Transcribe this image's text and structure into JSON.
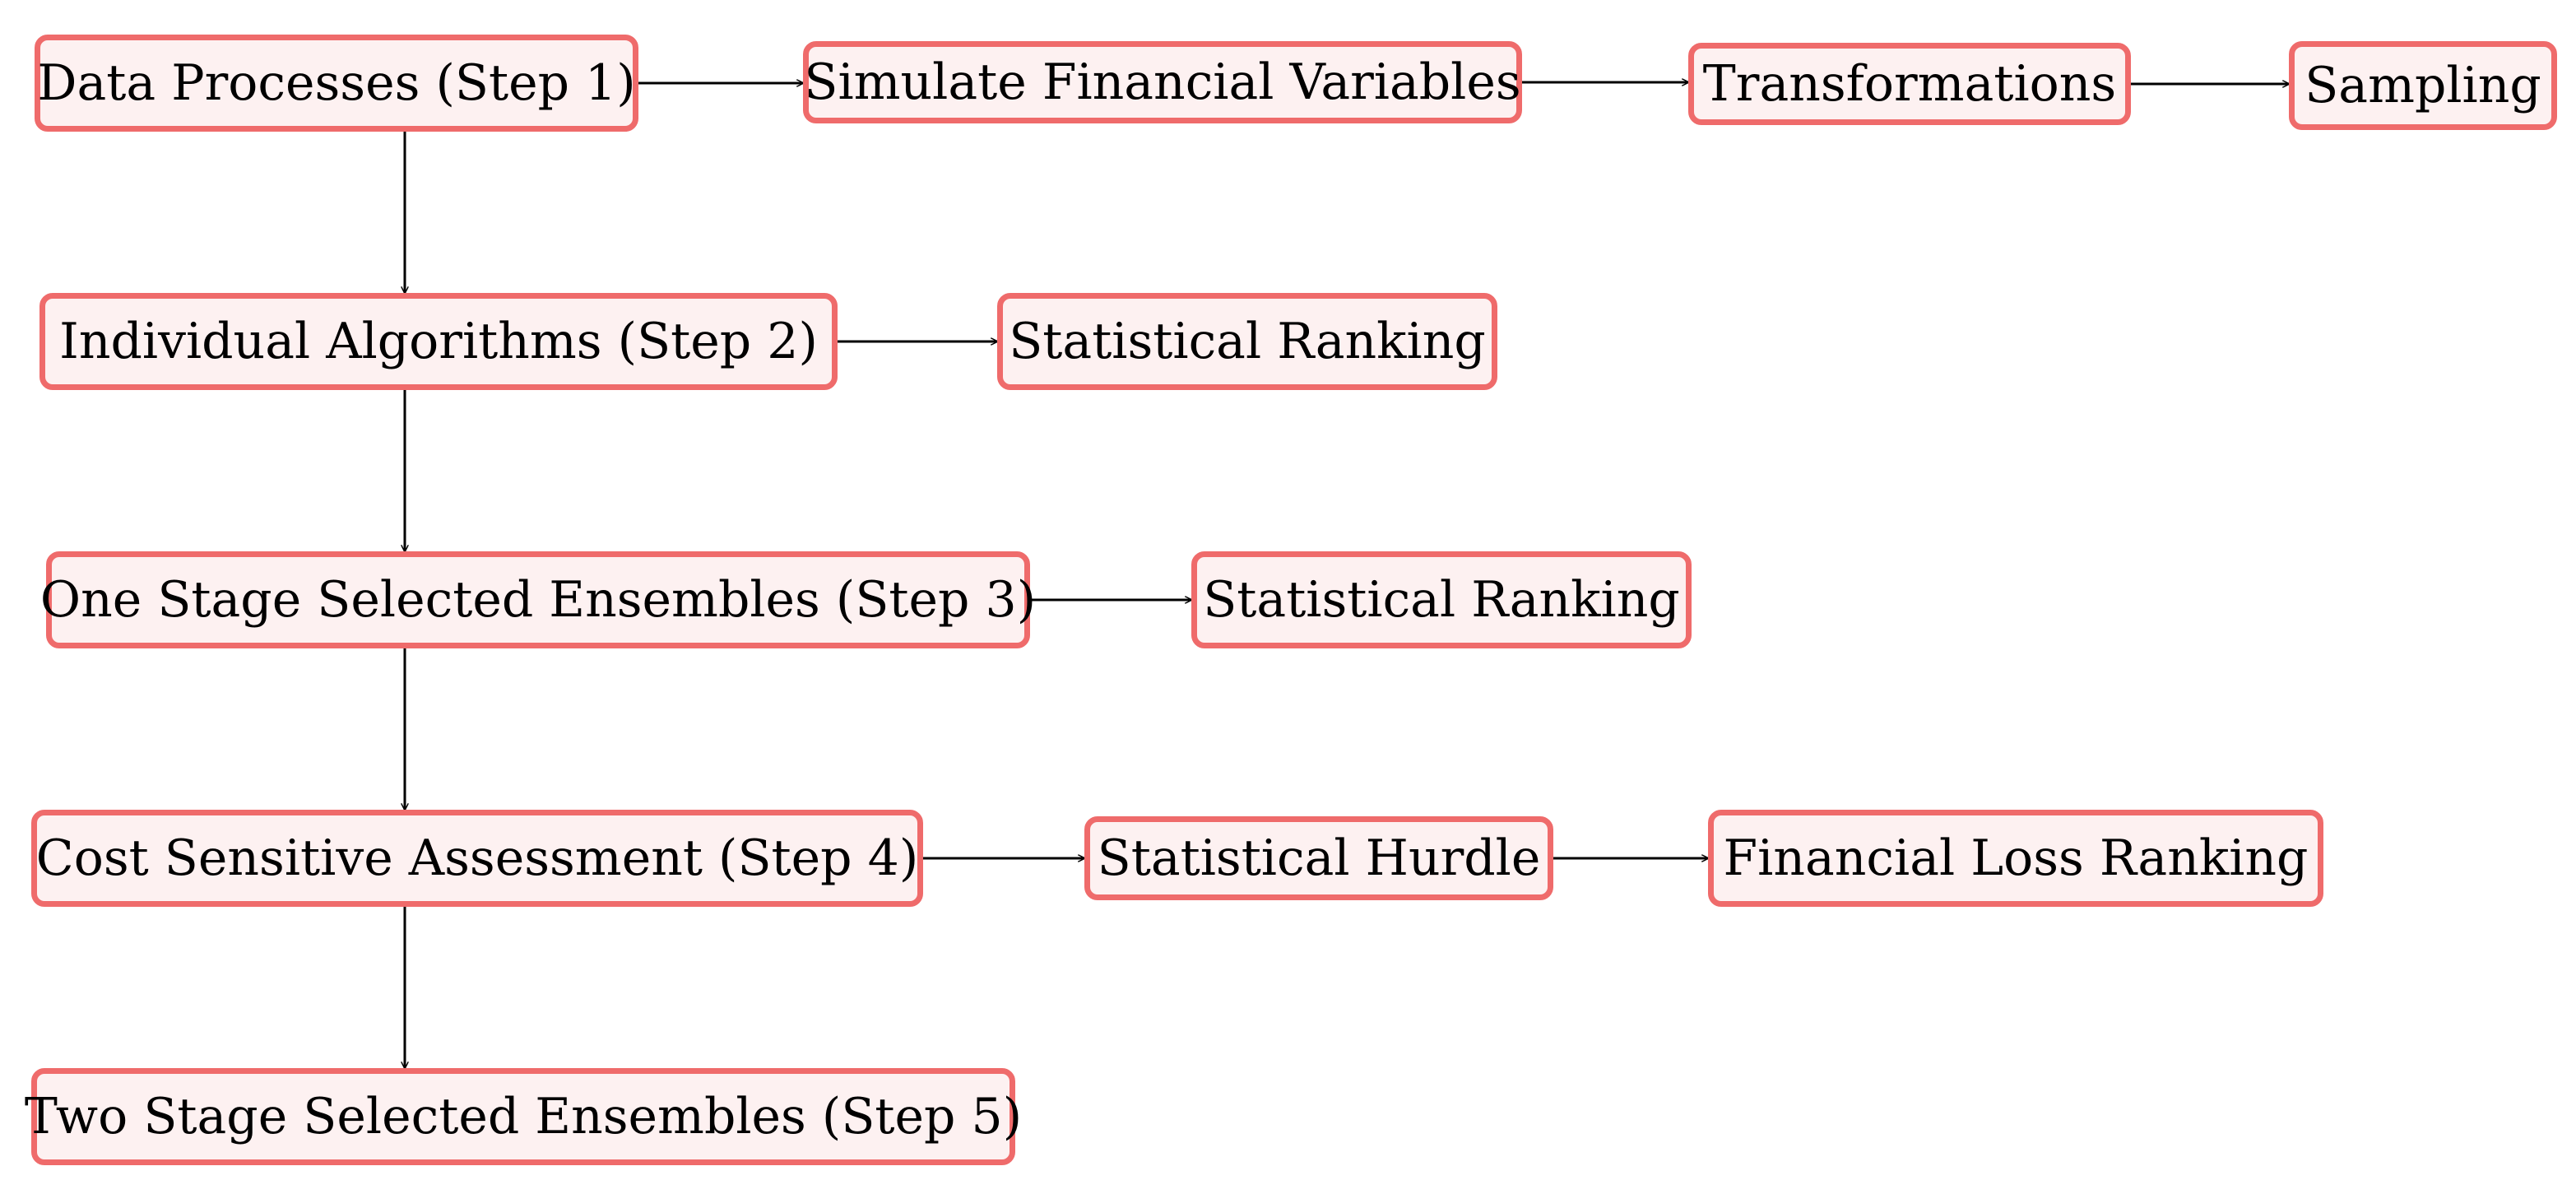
{
  "diagram": {
    "node_fill": "#fdf1f1",
    "node_border": "#ef6b6b",
    "edge_color": "#000000",
    "nodes": [
      {
        "id": "step1",
        "label": "Data Processes (Step 1)"
      },
      {
        "id": "simulate",
        "label": "Simulate Financial Variables"
      },
      {
        "id": "transformations",
        "label": "Transformations"
      },
      {
        "id": "sampling",
        "label": "Sampling"
      },
      {
        "id": "step2",
        "label": "Individual Algorithms (Step 2)"
      },
      {
        "id": "ranking2",
        "label": "Statistical Ranking"
      },
      {
        "id": "step3",
        "label": "One Stage Selected Ensembles (Step 3)"
      },
      {
        "id": "ranking3",
        "label": "Statistical Ranking"
      },
      {
        "id": "step4",
        "label": "Cost Sensitive Assessment (Step 4)"
      },
      {
        "id": "hurdle",
        "label": "Statistical Hurdle"
      },
      {
        "id": "loss",
        "label": "Financial Loss Ranking"
      },
      {
        "id": "step5",
        "label": "Two Stage Selected Ensembles (Step 5)"
      }
    ],
    "edges": [
      {
        "from": "step1",
        "to": "simulate"
      },
      {
        "from": "simulate",
        "to": "transformations"
      },
      {
        "from": "transformations",
        "to": "sampling"
      },
      {
        "from": "step1",
        "to": "step2"
      },
      {
        "from": "step2",
        "to": "ranking2"
      },
      {
        "from": "step2",
        "to": "step3"
      },
      {
        "from": "step3",
        "to": "ranking3"
      },
      {
        "from": "step3",
        "to": "step4"
      },
      {
        "from": "step4",
        "to": "hurdle"
      },
      {
        "from": "hurdle",
        "to": "loss"
      },
      {
        "from": "step4",
        "to": "step5"
      }
    ]
  }
}
